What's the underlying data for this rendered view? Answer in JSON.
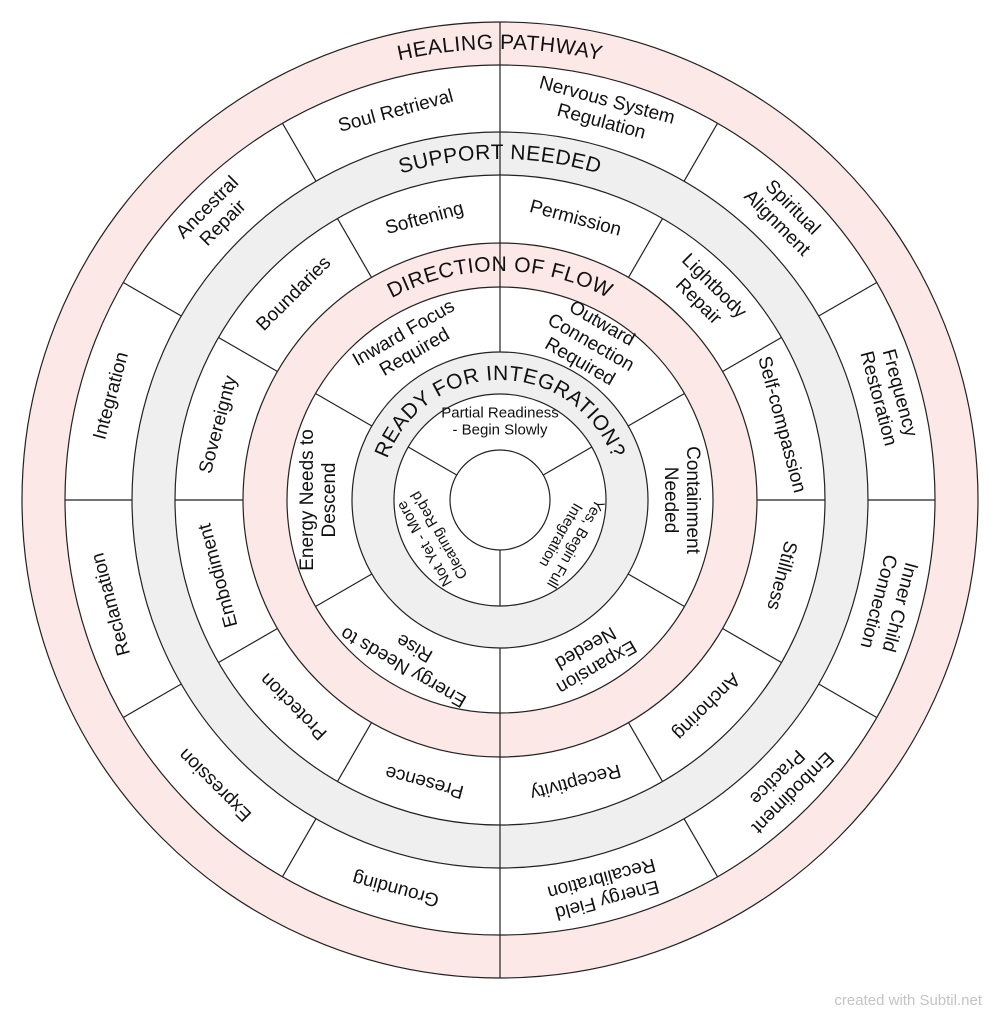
{
  "colors": {
    "band_pink": "#fde8e8",
    "band_grey": "#efefef",
    "cell_fill": "#ffffff",
    "stroke": "#222222",
    "watermark": "#c4c4c4"
  },
  "rings": [
    {
      "id": "healing",
      "title": "HEALING PATHWAY",
      "segments": [
        "Nervous System Regulation",
        "Spiritual Alignment",
        "Frequency Restoration",
        "Inner Child Connection",
        "Embodiment Practice",
        "Energy Field Recalibration",
        "Grounding",
        "Expression",
        "Reclamation",
        "Integration",
        "Ancestral Repair",
        "Soul Retrieval"
      ]
    },
    {
      "id": "support",
      "title": "SUPPORT NEEDED",
      "segments": [
        "Permission",
        "Lightbody Repair",
        "Self-compassion",
        "Stillness",
        "Anchoring",
        "Receptivity",
        "Presence",
        "Protection",
        "Embodiment",
        "Sovereignty",
        "Boundaries",
        "Softening"
      ]
    },
    {
      "id": "direction",
      "title": "DIRECTION OF FLOW",
      "segments": [
        "Outward Connection Required",
        "Containment Needed",
        "Expansion Needed",
        "Energy Needs to Rise",
        "Energy Needs to Descend",
        "Inward Focus Required"
      ]
    },
    {
      "id": "ready",
      "title": "READY FOR INTEGRATION?",
      "segments": [
        "Yes, Begin Full Integration",
        "Not Yet - More Clearing Req'd",
        "Partial Readiness - Begin Slowly"
      ]
    }
  ],
  "watermark": "created with Subtil.net"
}
